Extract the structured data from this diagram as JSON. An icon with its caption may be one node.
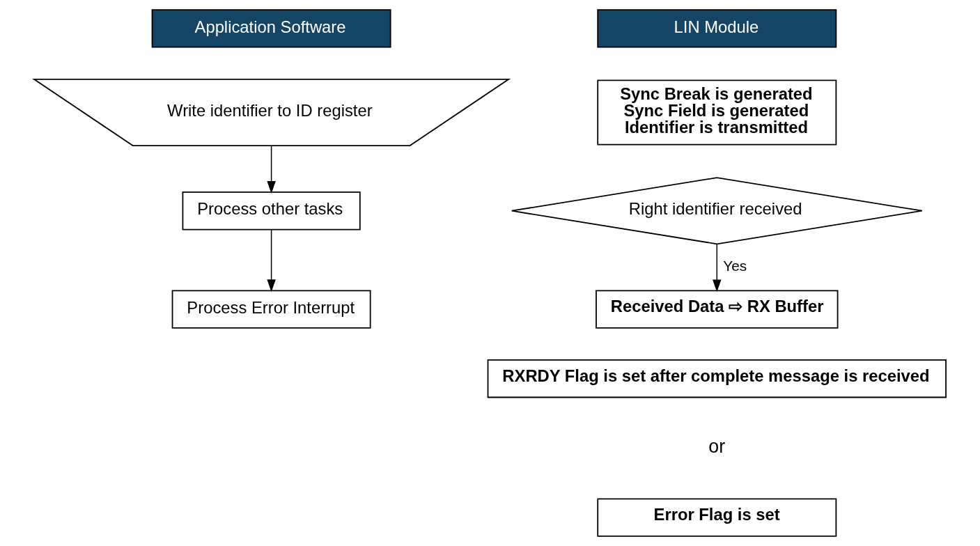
{
  "diagram": {
    "nodes": [
      {
        "text": [
          "Application Software"
        ]
      },
      {
        "text": [
          "Write identifier to ID register"
        ]
      },
      {
        "text": [
          "Process other tasks"
        ]
      },
      {
        "text": [
          "Process Error Interrupt"
        ]
      },
      {
        "text": [
          "LIN Module"
        ]
      },
      {
        "text": [
          "Sync Break is generated",
          "Sync Field is generated",
          "Identifier is transmitted"
        ]
      },
      {
        "text": [
          "Right identifier received"
        ]
      },
      {
        "text": [
          "Received Data ⇨ RX Buffer"
        ]
      },
      {
        "text": [
          "RXRDY Flag is set after complete message is received"
        ]
      },
      {
        "text": [
          "Error Flag is set"
        ]
      }
    ],
    "edges": [
      {
        "from": 1,
        "to": 2,
        "arrow": "to"
      },
      {
        "from": 2,
        "to": 3,
        "arrow": "to"
      },
      {
        "from": 6,
        "to": 7,
        "arrow": "to",
        "label": "Yes"
      }
    ],
    "labels": [
      "or"
    ]
  }
}
